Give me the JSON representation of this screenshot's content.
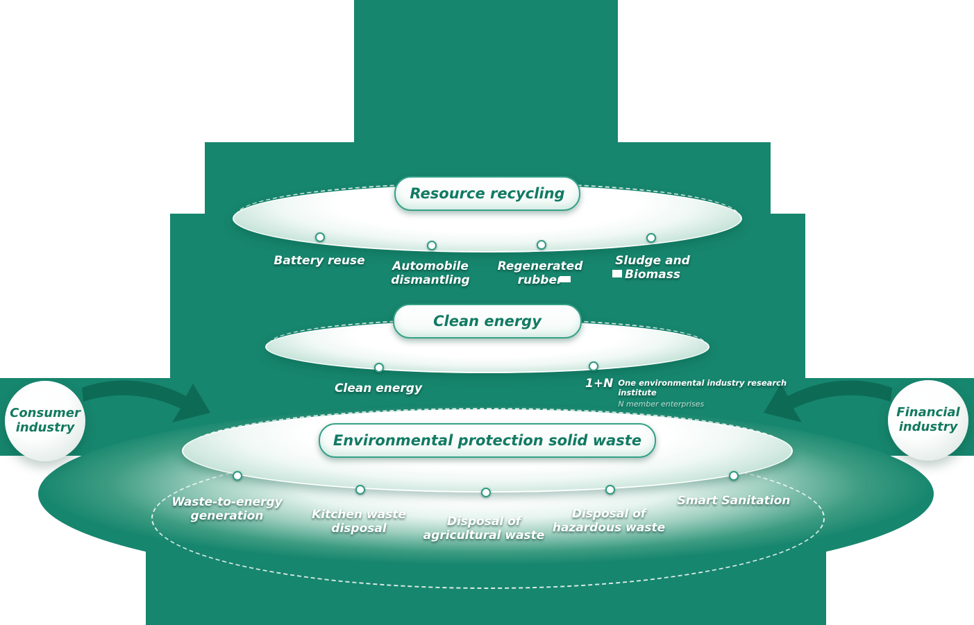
{
  "diagram": {
    "tiers": [
      {
        "title": "Resource recycling",
        "items": [
          {
            "label": "Battery reuse"
          },
          {
            "label": "Automobile dismantling"
          },
          {
            "label": "Regenerated rubber"
          },
          {
            "label": "Sludge and Biomass"
          }
        ]
      },
      {
        "title": "Clean energy",
        "items": [
          {
            "label": "Clean energy"
          },
          {
            "prefix": "1+N",
            "label": "One environmental industry research institute",
            "sub": "N member enterprises"
          }
        ]
      },
      {
        "title": "Environmental protection solid waste",
        "items": [
          {
            "label": "Waste-to-energy generation"
          },
          {
            "label": "Kitchen waste disposal"
          },
          {
            "label": "Disposal of agricultural waste"
          },
          {
            "label": "Disposal of hazardous waste"
          },
          {
            "label": "Smart Sanitation"
          }
        ]
      }
    ],
    "sides": {
      "left": {
        "label": "Consumer industry"
      },
      "right": {
        "label": "Financial industry"
      }
    },
    "colors": {
      "teal": "#17866e",
      "teal_dark": "#0d6b55",
      "accent_border": "#35a187",
      "title_text": "#127a63"
    }
  }
}
